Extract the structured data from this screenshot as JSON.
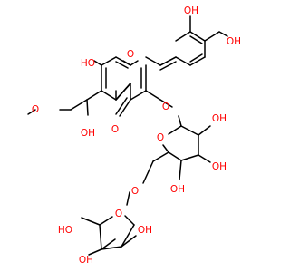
{
  "molecule": {
    "colors": {
      "bond": "#000000",
      "oxygen": "#ff0000",
      "background": "#ffffff"
    },
    "labels": {
      "ho_catechol_3": "OH",
      "ho_catechol_4": "OH",
      "ho_c7": "HO",
      "methoxy_o": "O",
      "ring_o_chromone": "O",
      "ho_c5": "OH",
      "keto_o": "O",
      "ether_o_c3": "O",
      "ring_o_glucose": "O",
      "ho_glc_2": "OH",
      "ho_glc_3": "OH",
      "ho_glc_4": "OH",
      "link_o_c6": "O",
      "ring_o_rhamnose": "O",
      "ho_rha_4": "HO",
      "ho_rha_3": "OH",
      "ho_rha_2": "OH"
    }
  }
}
